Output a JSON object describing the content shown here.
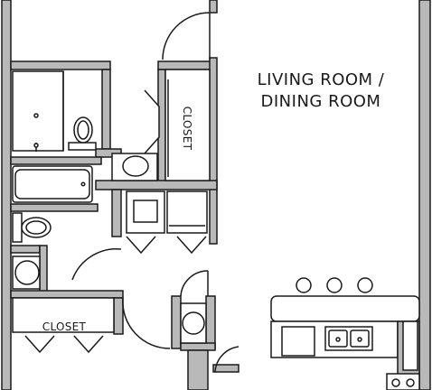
{
  "labels": {
    "living_room_line1": "LIVING ROOM /",
    "living_room_line2": "DINING ROOM",
    "closet_vertical": "CLOSET",
    "closet_bottom": "CLOSET"
  },
  "colors": {
    "wall_fill": "#b9b9b9",
    "wall_stroke": "#1a1a1a",
    "background": "#ffffff"
  }
}
